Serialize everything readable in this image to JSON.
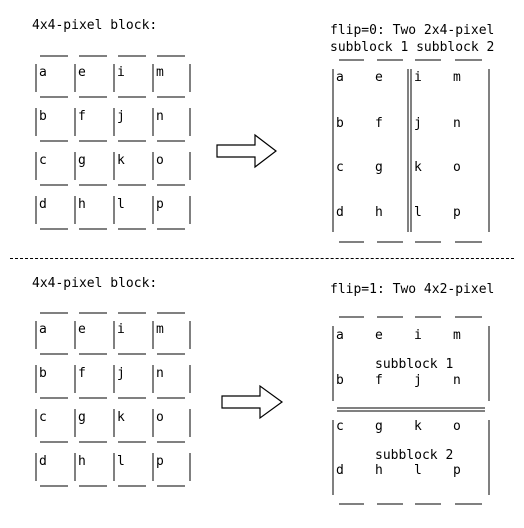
{
  "top": {
    "left_title": "4x4-pixel block:",
    "right_title_line1": "flip=0: Two 2x4-pixel",
    "right_title_line2": "subblock 1 subblock 2"
  },
  "bottom": {
    "left_title": "4x4-pixel block:",
    "right_title": "flip=1: Two 4x2-pixel",
    "subblock1_label": "subblock 1",
    "subblock2_label": "subblock 2"
  },
  "block_rows": [
    [
      "a",
      "e",
      "i",
      "m"
    ],
    [
      "b",
      "f",
      "j",
      "n"
    ],
    [
      "c",
      "g",
      "k",
      "o"
    ],
    [
      "d",
      "h",
      "l",
      "p"
    ]
  ]
}
